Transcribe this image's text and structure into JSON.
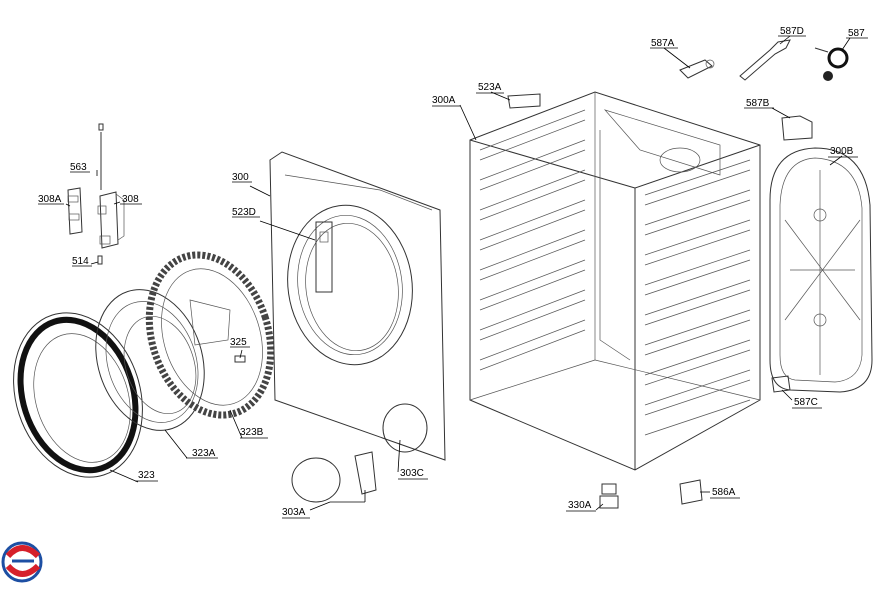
{
  "diagram": {
    "callouts": {
      "c563": "563",
      "c308A": "308A",
      "c308": "308",
      "c514": "514",
      "c300": "300",
      "c523D": "523D",
      "c325": "325",
      "c323": "323",
      "c323A": "323A",
      "c323B": "323B",
      "c303A": "303A",
      "c303C": "303C",
      "c300A": "300A",
      "c523A": "523A",
      "c587A": "587A",
      "c587D": "587D",
      "c587": "587",
      "c587B": "587B",
      "c300B": "300B",
      "c587C": "587C",
      "c330A": "330A",
      "c586A": "586A"
    }
  },
  "logo": {
    "name": "brand-logo",
    "colors": [
      "#d6202a",
      "#1d4fa3"
    ]
  }
}
